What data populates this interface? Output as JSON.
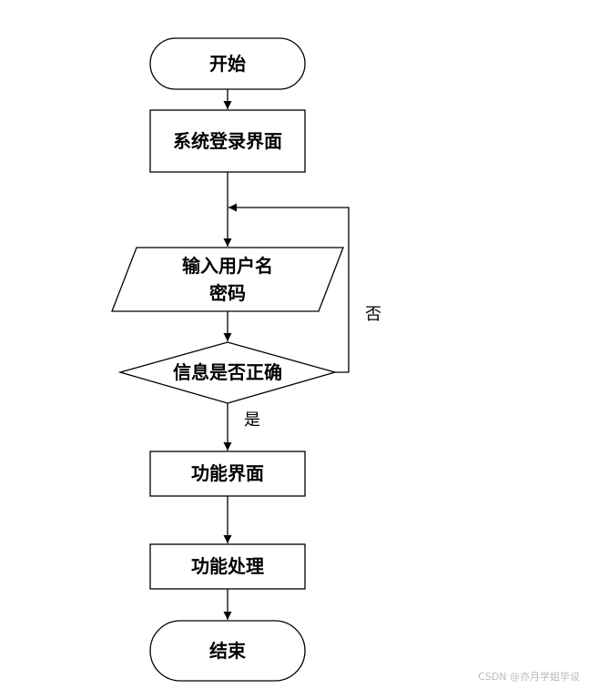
{
  "flowchart": {
    "nodes": {
      "start": {
        "text": "开始"
      },
      "login_page": {
        "text": "系统登录界面"
      },
      "input": {
        "line1": "输入用户名",
        "line2": "密码"
      },
      "check": {
        "text": "信息是否正确"
      },
      "function_page": {
        "text": "功能界面"
      },
      "function_process": {
        "text": "功能处理"
      },
      "end": {
        "text": "结束"
      }
    },
    "edges": {
      "yes_label": "是",
      "no_label": "否"
    }
  },
  "watermark": "CSDN @亦月学姐毕设",
  "colors": {
    "stroke": "#000000",
    "box_fill": "#ffffff",
    "watermark": "#b8b8b8"
  }
}
